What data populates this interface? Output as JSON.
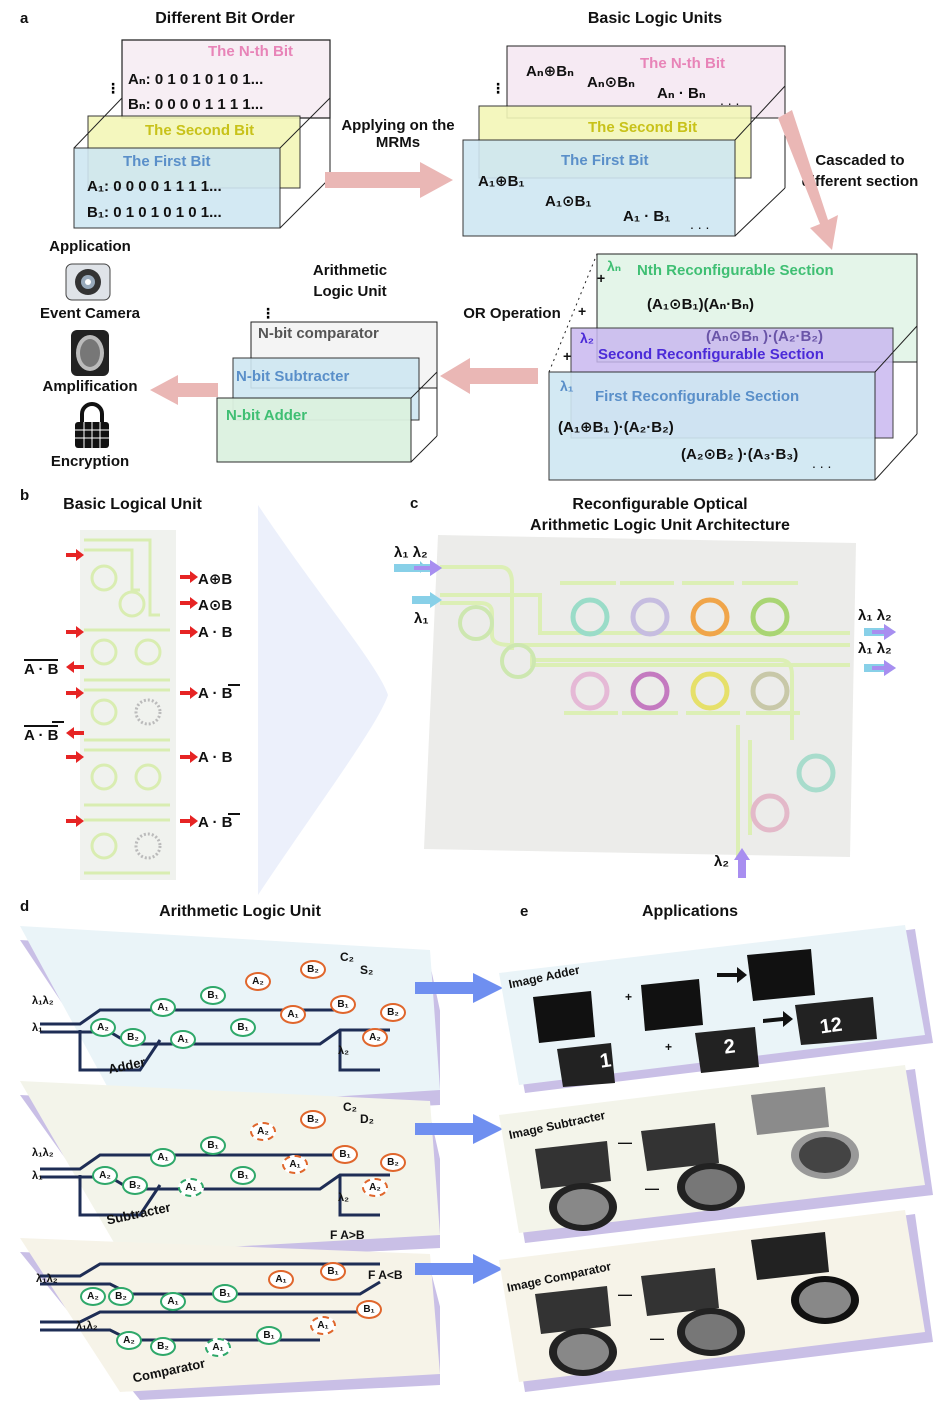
{
  "panel_labels": {
    "a": "a",
    "b": "b",
    "c": "c",
    "d": "d",
    "e": "e"
  },
  "panel_a": {
    "bit_order_title": "Different Bit Order",
    "nth_bit": "The N-th Bit",
    "an_bits": "Aₙ: 0 1 0 1 0 1 0 1...",
    "bn_bits": "Bₙ: 0 0 0 0 1 1 1 1...",
    "second_bit": "The Second Bit",
    "first_bit": "The First Bit",
    "a1_bits": "A₁: 0 0 0 0 1 1 1 1...",
    "b1_bits": "B₁: 0 1 0 1 0 1 0 1...",
    "apply_arrow_text": "Applying on the MRMs",
    "basic_units_title": "Basic Logic  Units",
    "bu_nth_bit": "The N-th Bit",
    "bu_an_xor": "Aₙ⊕Bₙ",
    "bu_an_xnor": "Aₙ⊙Bₙ",
    "bu_an_and": "Aₙ · Bₙ",
    "bu_second_bit": "The Second Bit",
    "bu_first_bit": "The First Bit",
    "bu_a1_xor": "A₁⊕B₁",
    "bu_a1_xnor": "A₁⊙B₁",
    "bu_a1_and": "A₁ · B₁",
    "ellipsis": ". . .",
    "cascade_text": "Cascaded to different section",
    "lambda_n": "λₙ",
    "lambda_2": "λ₂",
    "lambda_1": "λ₁",
    "plus": "+",
    "nth_section": "Nth Reconfigurable Section",
    "nth_expr": "(A₁⊙B₁)(Aₙ·Bₙ)",
    "second_expr": "(Aₙ⊙Bₙ )·(A₂·B₂)",
    "second_section": "Second Reconfigurable Section",
    "first_section": "First Reconfigurable Section",
    "first_expr1": "(A₁⊕B₁ )·(A₂·B₂)",
    "first_expr2": "(A₂⊙B₂ )·(A₃·B₃)",
    "or_text": "OR Operation",
    "alu_title": "Arithmetic Logic Unit",
    "comparator": "N-bit comparator",
    "subtracter": "N-bit Subtracter",
    "adder": "N-bit Adder",
    "application": "Application",
    "event_camera": "Event Camera",
    "amplification": "Amplification",
    "encryption": "Encryption"
  },
  "panel_b": {
    "title": "Basic Logical Unit",
    "out_xor": "A⊕B",
    "out_xnor": "A⊙B",
    "out_and1": "A · B",
    "out_not_left1": "A · B",
    "out_and_notb": "A · B",
    "out_not_left2": "A · B",
    "out_and2": "A · B",
    "out_and_notb2": "A · B"
  },
  "panel_c": {
    "title_line1": "Reconfigurable Optical",
    "title_line2": "Arithmetic Logic Unit Architecture",
    "in_l1l2": "λ₁ λ₂",
    "in_l1": "λ₁",
    "out1": "λ₁ λ₂",
    "out2": "λ₁ λ₂",
    "in_bottom": "λ₂"
  },
  "panel_d": {
    "title": "Arithmetic Logic Unit",
    "adder": "Adder",
    "subtracter": "Subtracter",
    "comparator": "Comparator",
    "c2": "C₂",
    "s2": "S₂",
    "d2": "D₂",
    "f_gt": "F A>B",
    "f_lt": "F A<B",
    "l1l2": "λ₁λ₂",
    "l1": "λ₁",
    "l2": "λ₂",
    "a1": "A₁",
    "b1": "B₁",
    "a2": "A₂",
    "b2": "B₂"
  },
  "panel_e": {
    "title": "Applications",
    "image_adder": "Image  Adder",
    "image_subtracter": "Image Subtracter",
    "image_comparator": "Image Comparator",
    "n1": "1",
    "n2": "2",
    "n12": "12",
    "plus": "+",
    "minus": "—"
  },
  "colors": {
    "pink_face": "#f4e6f0",
    "pink_text": "#e884b8",
    "yellow_face": "#f3f7b8",
    "yellow_text": "#c8c21a",
    "blue_face": "#cfe7f2",
    "blue_text": "#5a8fc9",
    "green_face": "#dcf2e0",
    "green_text": "#3fbf73",
    "purple_face": "#c9b8f0",
    "purple_text": "#4b2ad8",
    "arrow": "#e8b0b0",
    "blue_arrow": "#6f8ff0"
  }
}
